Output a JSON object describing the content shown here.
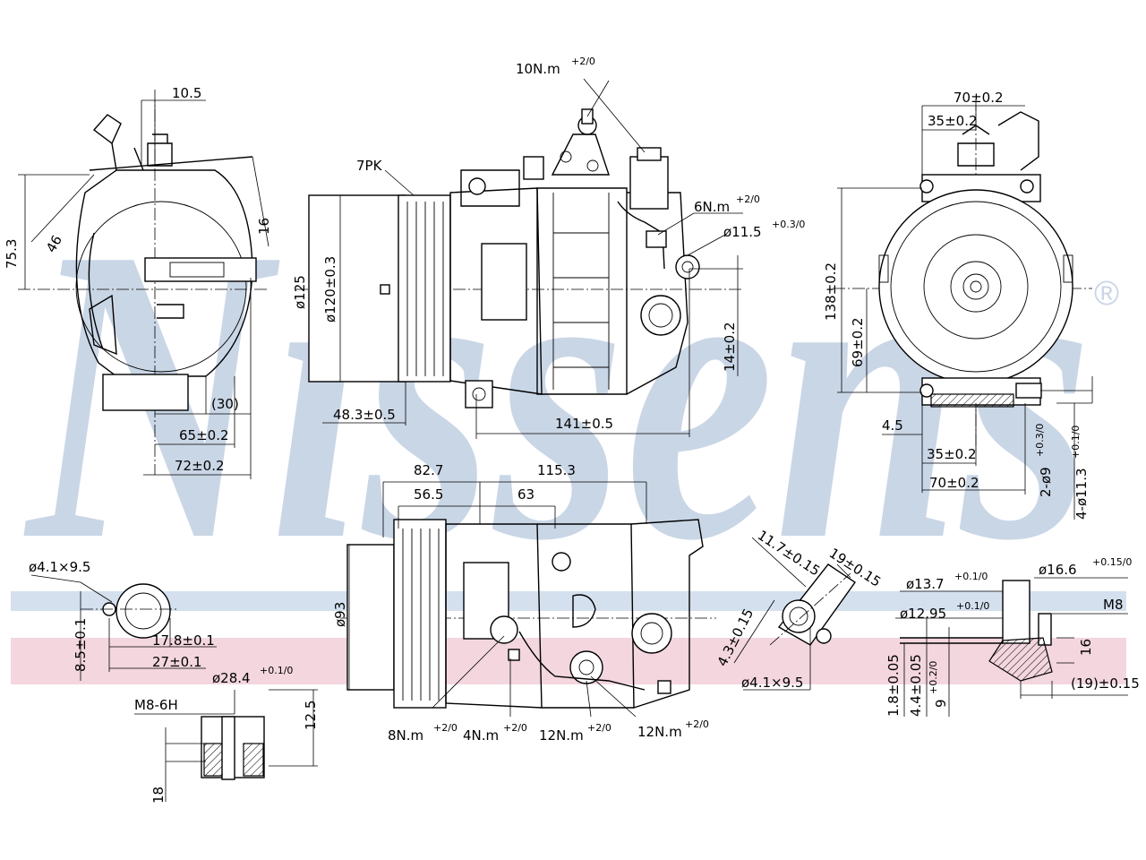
{
  "brand": {
    "watermark": "Nissens",
    "registered_mark": "®",
    "watermark_color": "#c9d6e6",
    "band_blue_color": "#d4e0ee",
    "band_pink_color": "#f3d6de"
  },
  "views": {
    "front_left": {
      "dims": {
        "d_10_5": "10.5",
        "d_75_3": "75.3",
        "d_46": "46",
        "d_16": "16",
        "d_30": "(30)",
        "d_65": "65±0.2",
        "d_72": "72±0.2"
      }
    },
    "side_main": {
      "dims": {
        "torque_top": "10N.m",
        "torque_top_tol": "+2/0",
        "belt": "7PK",
        "torque_6": "6N.m",
        "torque_6_tol": "+2/0",
        "bore_11_5": "ø11.5",
        "bore_11_5_tol": "+0.3/0",
        "pulley_125": "ø125",
        "pulley_120": "ø120±0.3",
        "d_48_3": "48.3±0.5",
        "d_141": "141±0.5",
        "d_14": "14±0.2"
      }
    },
    "rear_right": {
      "dims": {
        "d_70_top": "70±0.2",
        "d_35_top": "35±0.2",
        "d_138": "138±0.2",
        "d_69": "69±0.2",
        "d_4_5": "4.5",
        "d_35_bot": "35±0.2",
        "d_70_bot": "70±0.2",
        "holes_9": "2-ø9",
        "holes_9_tol": "+0.3/0",
        "holes_11_3": "4-ø11.3",
        "holes_11_3_tol": "+0.1/0"
      }
    },
    "bottom_center": {
      "dims": {
        "d_82_7": "82.7",
        "d_115_3": "115.3",
        "d_56_5": "56.5",
        "d_63": "63",
        "d_93": "ø93",
        "torque_8": "8N.m",
        "torque_8_tol": "+2/0",
        "torque_4": "4N.m",
        "torque_4_tol": "+2/0",
        "torque_12a": "12N.m",
        "torque_12a_tol": "+2/0",
        "torque_12b": "12N.m",
        "torque_12b_tol": "+2/0"
      }
    },
    "port_left": {
      "dims": {
        "oring": "ø4.1×9.5",
        "d_17_8": "17.8±0.1",
        "d_27": "27±0.1",
        "d_8_5": "8.5±0.1"
      }
    },
    "thread_left": {
      "dims": {
        "bore_28_4": "ø28.4",
        "bore_28_4_tol": "+0.1/0",
        "thread": "M8-6H",
        "d_12_5": "12.5",
        "d_18": "18"
      }
    },
    "port_right": {
      "dims": {
        "d_11_7": "11.7±0.15",
        "d_19": "19±0.15",
        "d_4_3": "4.3±0.15",
        "oring": "ø4.1×9.5"
      }
    },
    "fitting_right": {
      "dims": {
        "bore_13_7": "ø13.7",
        "bore_13_7_tol": "+0.1/0",
        "bore_16_6": "ø16.6",
        "bore_16_6_tol": "+0.15/0",
        "thread": "M8",
        "bore_12_95": "ø12.95",
        "bore_12_95_tol": "+0.1/0",
        "d_16": "16",
        "d_1_8": "1.8±0.05",
        "d_4_4": "4.4±0.05",
        "d_9": "9",
        "d_9_tol": "+0.2/0",
        "d_19": "(19)±0.15"
      }
    }
  }
}
